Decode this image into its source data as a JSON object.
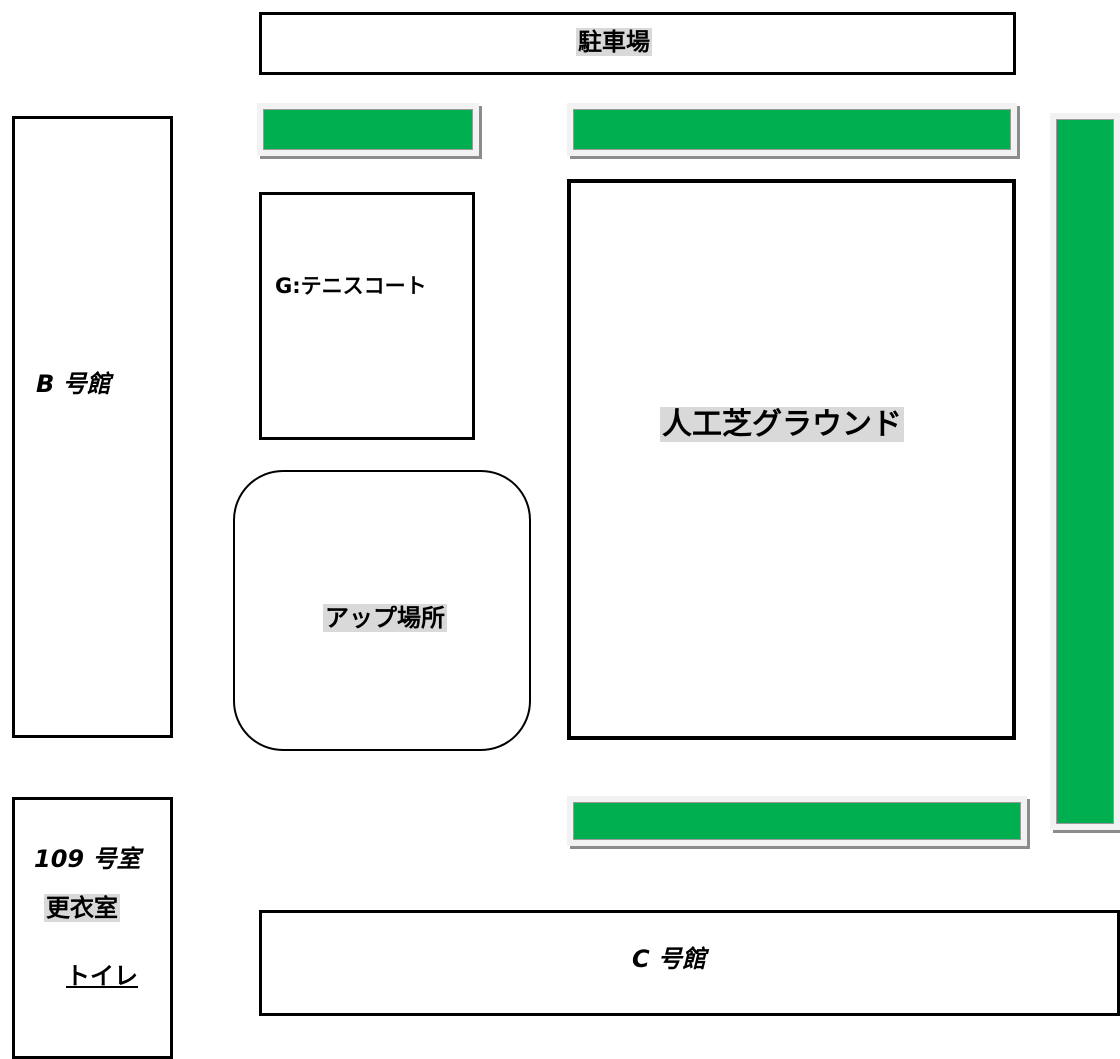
{
  "areas": {
    "parking": "駐車場",
    "building_b": "B 号館",
    "tennis_court": "G:テニスコート",
    "warmup_area": "アップ場所",
    "artificial_turf_ground": "人工芝グラウンド",
    "room_109": "109 号室",
    "changing_room": "更衣室",
    "toilet": "トイレ",
    "building_c": "C 号館"
  },
  "colors": {
    "green_strip": "#00b050",
    "highlight": "#d9d9d9",
    "border": "#000000"
  }
}
